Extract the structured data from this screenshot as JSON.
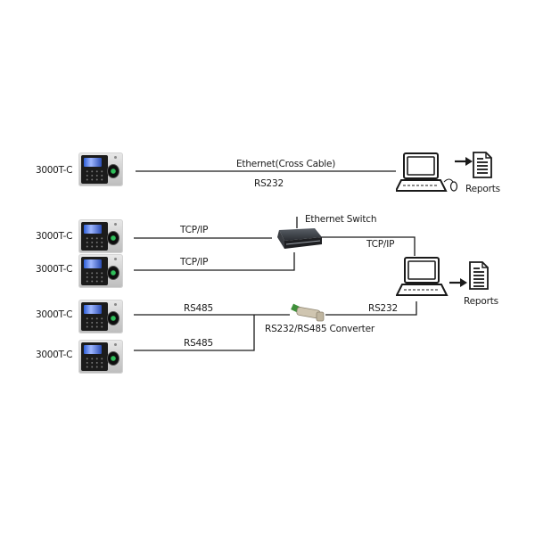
{
  "diagram": {
    "devices": [
      {
        "label": "3000T-C",
        "connection": "Ethernet(Cross Cable)"
      },
      {
        "label": "3000T-C",
        "connection": "TCP/IP"
      },
      {
        "label": "3000T-C",
        "connection": "TCP/IP"
      },
      {
        "label": "3000T-C",
        "connection": "RS485"
      },
      {
        "label": "3000T-C",
        "connection": "RS485"
      }
    ],
    "top_link": {
      "label_upper": "Ethernet(Cross Cable)",
      "label_lower": "RS232"
    },
    "switch": {
      "label": "Ethernet Switch",
      "uplink_label": "TCP/IP"
    },
    "converter": {
      "label": "RS232/RS485 Converter",
      "uplink_label": "RS232"
    },
    "links": {
      "tcp1": "TCP/IP",
      "tcp2": "TCP/IP",
      "rs485_1": "RS485",
      "rs485_2": "RS485"
    },
    "reports": [
      {
        "label": "Reports"
      },
      {
        "label": "Reports"
      }
    ],
    "colors": {
      "line": "#1a1a1a",
      "screen_blue": "#2e5fd8",
      "finger_green": "#2fbf5a"
    }
  }
}
